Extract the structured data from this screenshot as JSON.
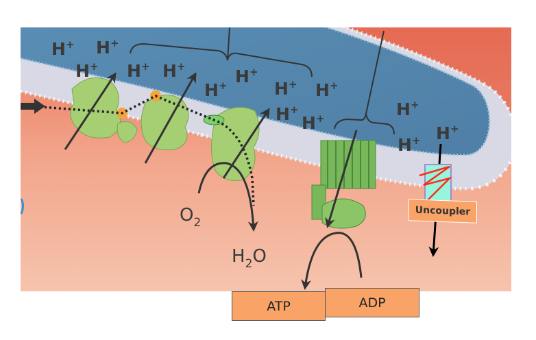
{
  "diagram": {
    "proton_label": "H",
    "proton_charge": "+",
    "oxygen_label": {
      "base": "O",
      "sub": "2"
    },
    "water_label": {
      "base": "H",
      "sub": "2",
      "tail": "O"
    },
    "uncoupler_label": "Uncoupler",
    "atp_label": "ATP",
    "adp_label": "ADP"
  },
  "colors": {
    "matrix": "#f0a98e",
    "intermembrane_space": "#5e93b8",
    "membrane": "#d9d9e6",
    "protein": "#9cc96b",
    "label_box": "#f9a366",
    "uncoupler_channel": "#96f5dc",
    "uncoupler_zigzag": "#ff2a1a"
  }
}
